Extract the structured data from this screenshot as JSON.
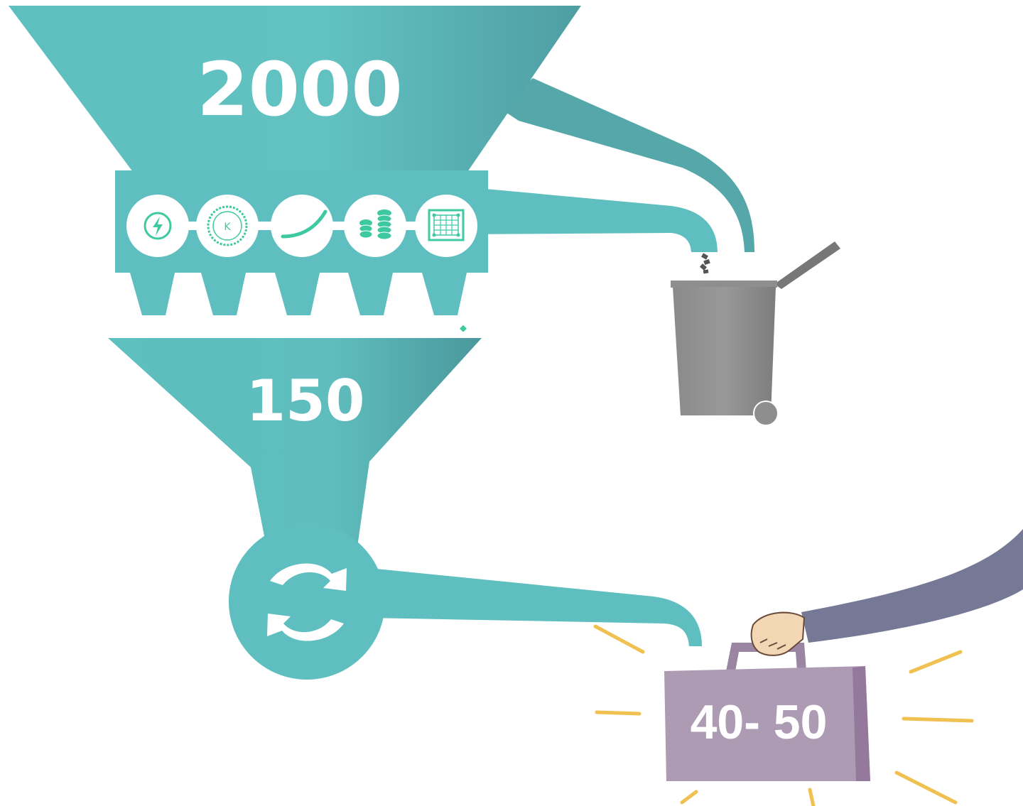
{
  "funnel": {
    "top_count": "2000",
    "middle_count": "150",
    "result_count": "40- 50"
  },
  "filter_icons": [
    "lightning-icon",
    "k-badge-icon",
    "curve-icon",
    "coins-icon",
    "grid-icon"
  ],
  "colors": {
    "teal": "#5fbfc0",
    "teal_dark": "#4f9fa3",
    "trash_gray": "#8f8f8f",
    "bag_purple": "#ad9bb4",
    "sleeve": "#767996",
    "sparkle": "#f0c050",
    "icon_green": "#3ec9a0"
  }
}
